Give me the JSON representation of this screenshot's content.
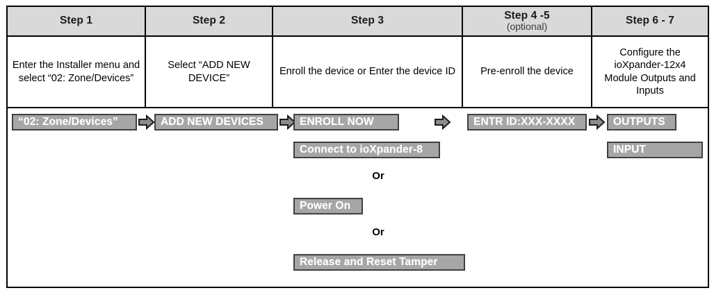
{
  "table": {
    "columns": [
      {
        "header": "Step 1",
        "header_sub": "",
        "description": "Enter the Installer menu and select “02: Zone/Devices”"
      },
      {
        "header": "Step 2",
        "header_sub": "",
        "description": "Select “ADD NEW DEVICE”"
      },
      {
        "header": "Step 3",
        "header_sub": "",
        "description": "Enroll the device or Enter the device ID"
      },
      {
        "header": "Step 4 -5",
        "header_sub": "(optional)",
        "description": "Pre-enroll the device"
      },
      {
        "header": "Step 6 - 7",
        "header_sub": "",
        "description": "Configure the ioXpander-12x4 Module Outputs and Inputs"
      }
    ]
  },
  "flow": {
    "buttons": [
      {
        "id": "zone-devices",
        "label": "“02: Zone/Devices”"
      },
      {
        "id": "add-new-devices",
        "label": "ADD NEW DEVICES"
      },
      {
        "id": "enroll-now",
        "label": "ENROLL NOW"
      },
      {
        "id": "connect-ioxpander-8",
        "label": "Connect to ioXpander-8"
      },
      {
        "id": "power-on",
        "label": "Power On"
      },
      {
        "id": "release-reset-tamper",
        "label": "Release and Reset Tamper"
      },
      {
        "id": "entr-id",
        "label": "ENTR ID:XXX-XXXX"
      },
      {
        "id": "outputs",
        "label": "OUTPUTS"
      },
      {
        "id": "input",
        "label": "INPUT"
      }
    ],
    "or_labels": [
      "Or",
      "Or"
    ],
    "arrows": [
      "arrow-step1-to-step2",
      "arrow-step2-to-step3",
      "arrow-step3-to-step4",
      "arrow-step4-to-step6"
    ]
  },
  "colors": {
    "header_bg": "#d9d9d9",
    "button_fill": "#a6a6a6",
    "button_border": "#404040",
    "button_text": "#ffffff",
    "table_border": "#000000"
  }
}
